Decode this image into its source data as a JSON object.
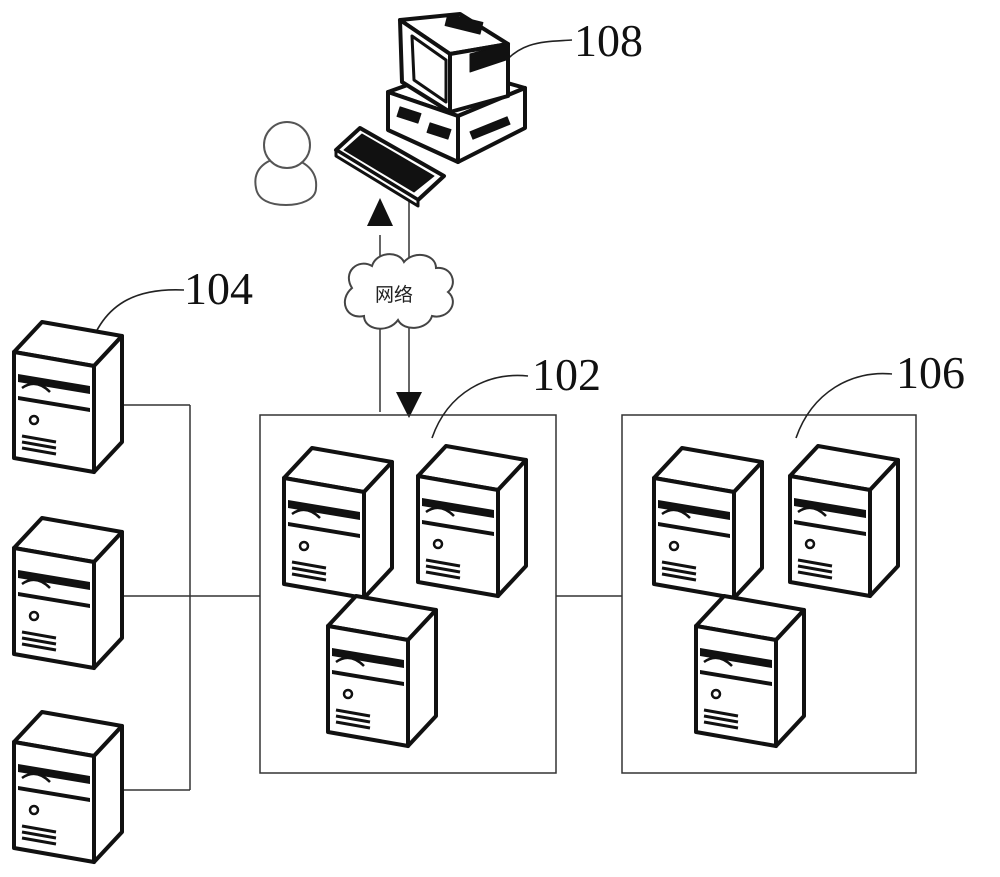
{
  "labels": {
    "terminal": "108",
    "storage_servers": "104",
    "main_cluster": "102",
    "backup_cluster": "106",
    "network": "网络"
  },
  "icons": {
    "user": "user-icon",
    "computer": "computer-icon",
    "keyboard": "keyboard-icon",
    "cloud": "cloud-icon",
    "server": "server-icon"
  },
  "colors": {
    "stroke": "#111111",
    "server_fill": "#ffffff",
    "server_dark": "#111111"
  }
}
